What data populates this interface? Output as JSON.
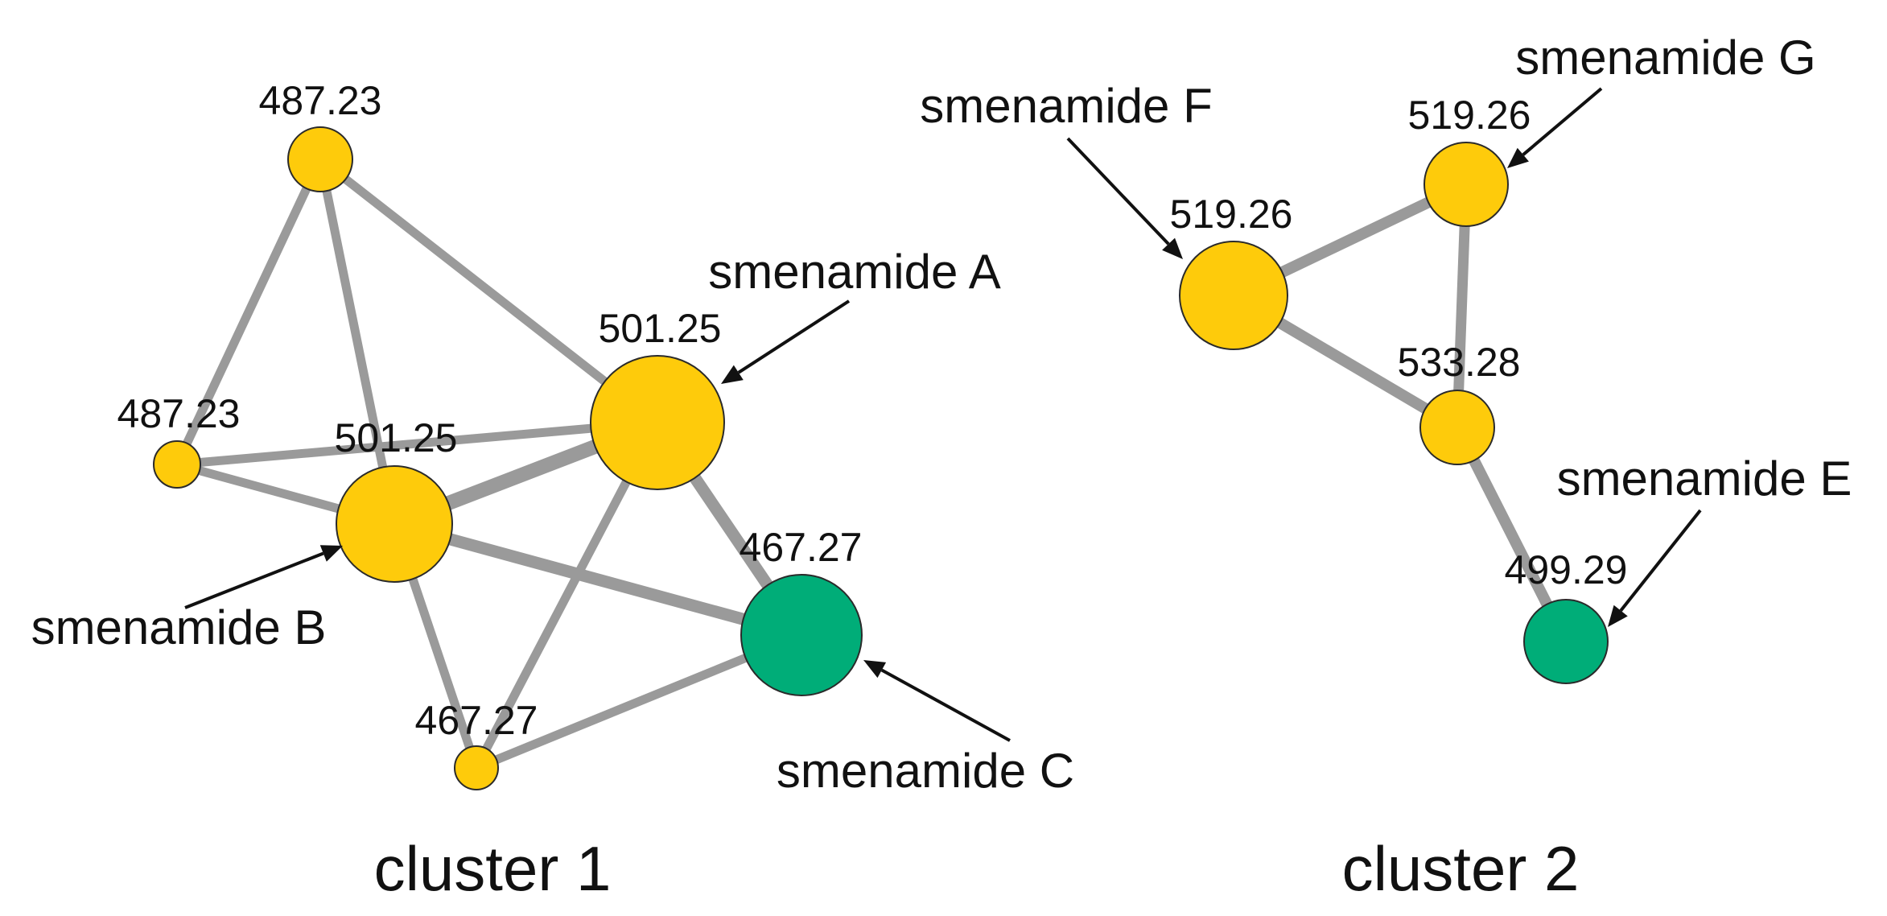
{
  "colors": {
    "edge": "#9a9a9a",
    "node_yellow": "#fecb0b",
    "node_green": "#00ad78",
    "outline": "#2a2a2a"
  },
  "clusters": [
    {
      "id": "cluster-1",
      "title": "cluster 1",
      "nodes": [
        {
          "id": "c1-top",
          "label": "487.23",
          "color": "yellow"
        },
        {
          "id": "c1-left",
          "label": "487.23",
          "color": "yellow"
        },
        {
          "id": "c1-b",
          "label": "501.25",
          "color": "yellow",
          "compound": "smenamide B"
        },
        {
          "id": "c1-a",
          "label": "501.25",
          "color": "yellow",
          "compound": "smenamide A"
        },
        {
          "id": "c1-c",
          "label": "467.27",
          "color": "green",
          "compound": "smenamide C"
        },
        {
          "id": "c1-bottom",
          "label": "467.27",
          "color": "yellow"
        }
      ],
      "edges": [
        [
          "c1-top",
          "c1-left"
        ],
        [
          "c1-top",
          "c1-b"
        ],
        [
          "c1-top",
          "c1-a"
        ],
        [
          "c1-left",
          "c1-a"
        ],
        [
          "c1-left",
          "c1-b"
        ],
        [
          "c1-b",
          "c1-a"
        ],
        [
          "c1-b",
          "c1-c"
        ],
        [
          "c1-b",
          "c1-bottom"
        ],
        [
          "c1-a",
          "c1-c"
        ],
        [
          "c1-a",
          "c1-bottom"
        ],
        [
          "c1-c",
          "c1-bottom"
        ]
      ]
    },
    {
      "id": "cluster-2",
      "title": "cluster 2",
      "nodes": [
        {
          "id": "c2-f",
          "label": "519.26",
          "color": "yellow",
          "compound": "smenamide F"
        },
        {
          "id": "c2-g",
          "label": "519.26",
          "color": "yellow",
          "compound": "smenamide G"
        },
        {
          "id": "c2-mid",
          "label": "533.28",
          "color": "yellow"
        },
        {
          "id": "c2-e",
          "label": "499.29",
          "color": "green",
          "compound": "smenamide E"
        }
      ],
      "edges": [
        [
          "c2-f",
          "c2-g"
        ],
        [
          "c2-f",
          "c2-mid"
        ],
        [
          "c2-g",
          "c2-mid"
        ],
        [
          "c2-mid",
          "c2-e"
        ]
      ]
    }
  ]
}
